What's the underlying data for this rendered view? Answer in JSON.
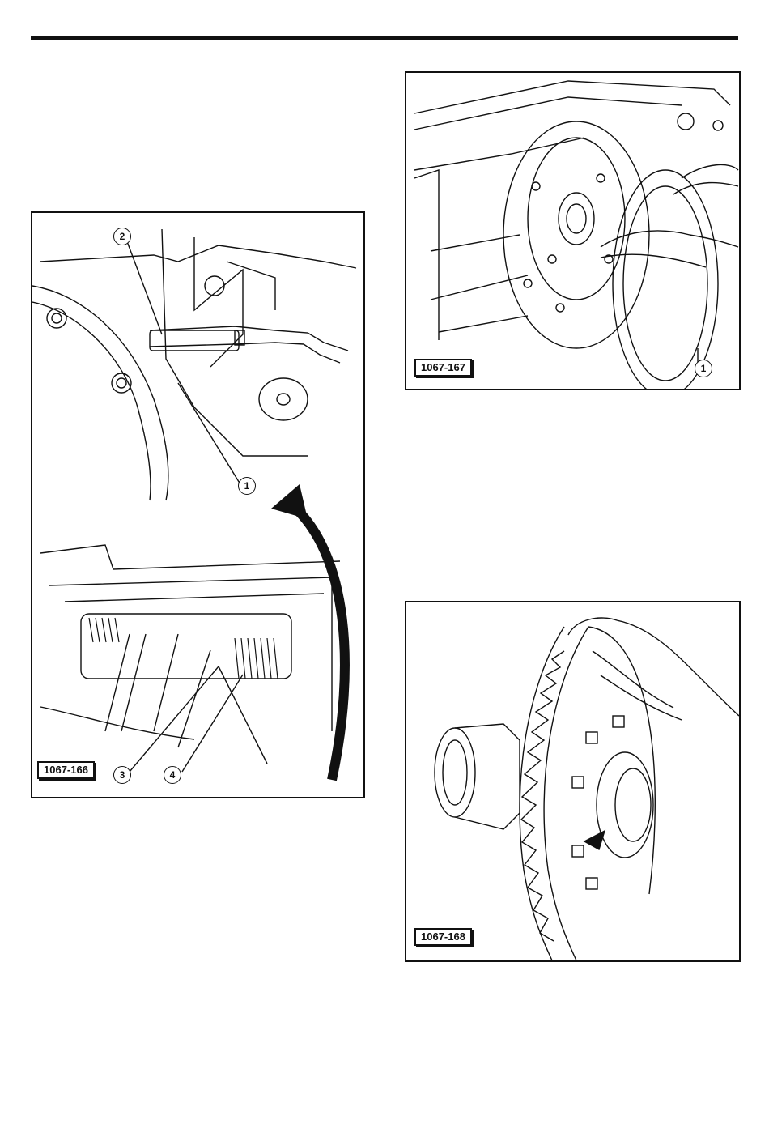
{
  "figures": [
    {
      "id": "1067-166",
      "label": "1067-166",
      "callouts": [
        "1",
        "2",
        "3",
        "4"
      ]
    },
    {
      "id": "1067-167",
      "label": "1067-167",
      "callouts": [
        "1"
      ]
    },
    {
      "id": "1067-168",
      "label": "1067-168",
      "callouts": []
    }
  ]
}
